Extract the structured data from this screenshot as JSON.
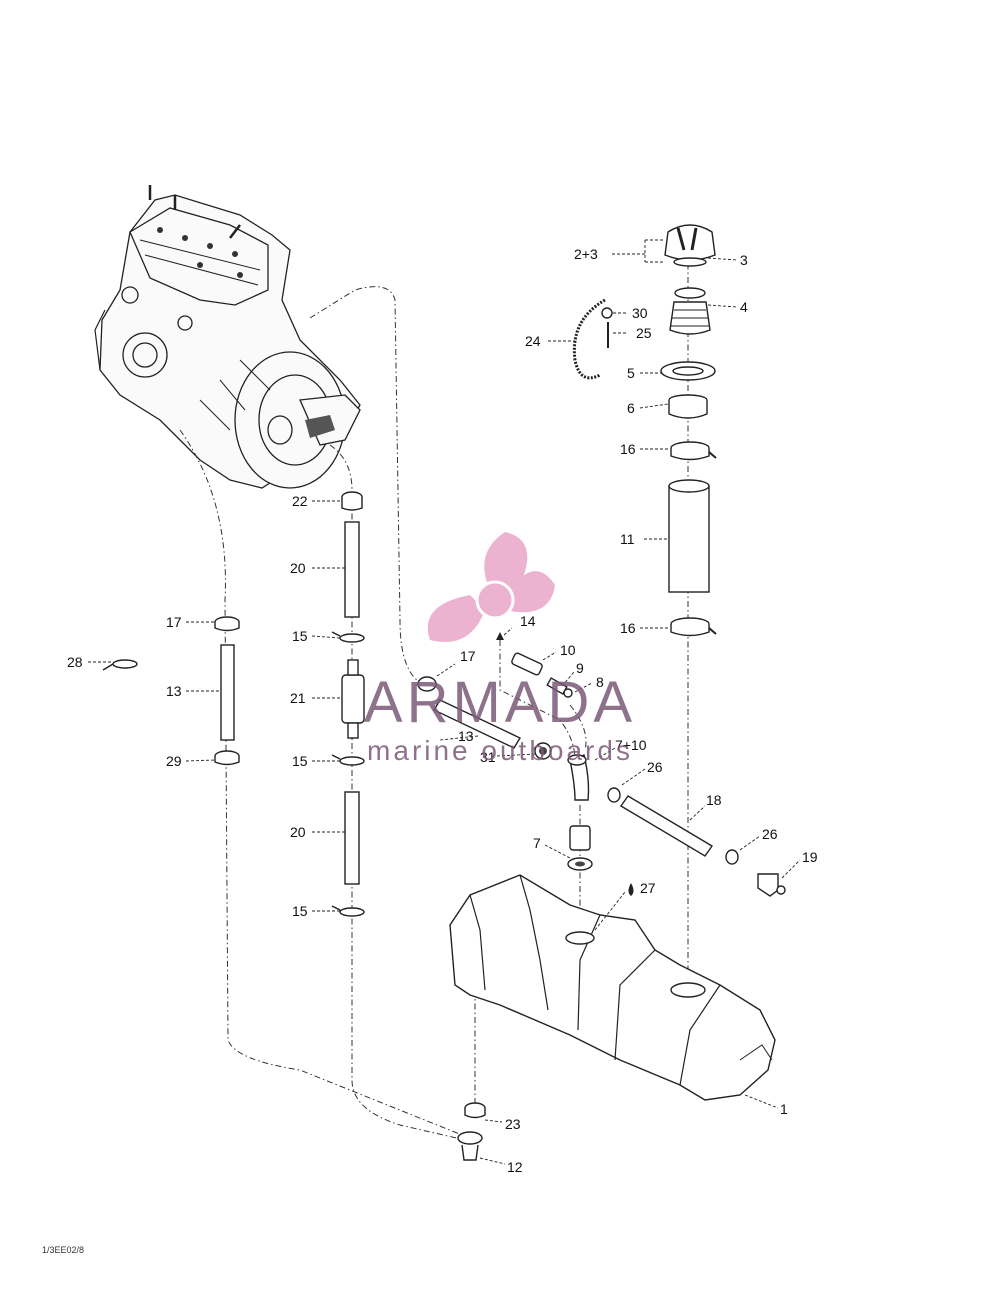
{
  "watermark": {
    "brand": "ARMADA",
    "tagline": "marine outboards",
    "logo_color": "#e8a6c8",
    "text_color": "#7b5a79"
  },
  "drawing_code": "1/3EE02/8",
  "callouts": {
    "c1": "1",
    "c2p3": "2+3",
    "c3": "3",
    "c4": "4",
    "c5": "5",
    "c6": "6",
    "c7a": "7",
    "c7p10": "7+10",
    "c8": "8",
    "c9": "9",
    "c10": "10",
    "c11": "11",
    "c12": "12",
    "c13a": "13",
    "c13b": "13",
    "c14": "14",
    "c15a": "15",
    "c15b": "15",
    "c15c": "15",
    "c16a": "16",
    "c16b": "16",
    "c17a": "17",
    "c17b": "17",
    "c18": "18",
    "c19": "19",
    "c20a": "20",
    "c20b": "20",
    "c21": "21",
    "c22": "22",
    "c23": "23",
    "c24": "24",
    "c25": "25",
    "c26a": "26",
    "c26b": "26",
    "c27": "27",
    "c28": "28",
    "c29": "29",
    "c30": "30",
    "c31": "31"
  }
}
